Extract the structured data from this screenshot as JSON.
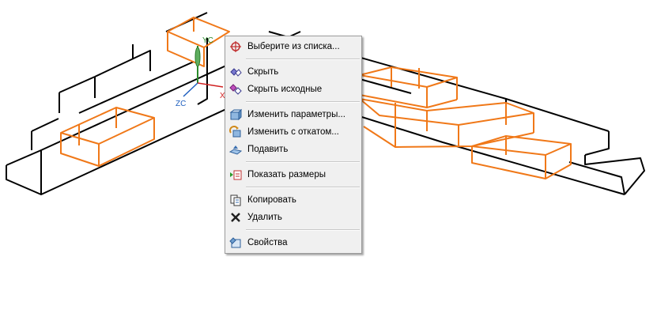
{
  "axes": {
    "yc": "YC",
    "x": "X",
    "zc": "ZC"
  },
  "colors": {
    "highlight": "#f07818",
    "edges": "#000000",
    "axis_y": "#2a8a2a",
    "axis_x": "#d02020",
    "axis_z": "#1f5fbf"
  },
  "menu": {
    "items": [
      {
        "label": "Выберите из списка...",
        "icon": "crosshair-icon"
      },
      {
        "label": "Скрыть",
        "icon": "hide-icon"
      },
      {
        "label": "Скрыть исходные",
        "icon": "hide-parents-icon"
      },
      {
        "label": "Изменить параметры...",
        "icon": "edit-parameters-icon"
      },
      {
        "label": "Изменить с откатом...",
        "icon": "edit-with-rollback-icon"
      },
      {
        "label": "Подавить",
        "icon": "suppress-icon"
      },
      {
        "label": "Показать размеры",
        "icon": "show-dimensions-icon"
      },
      {
        "label": "Копировать",
        "icon": "copy-icon"
      },
      {
        "label": "Удалить",
        "icon": "delete-icon"
      },
      {
        "label": "Свойства",
        "icon": "properties-icon"
      }
    ]
  }
}
